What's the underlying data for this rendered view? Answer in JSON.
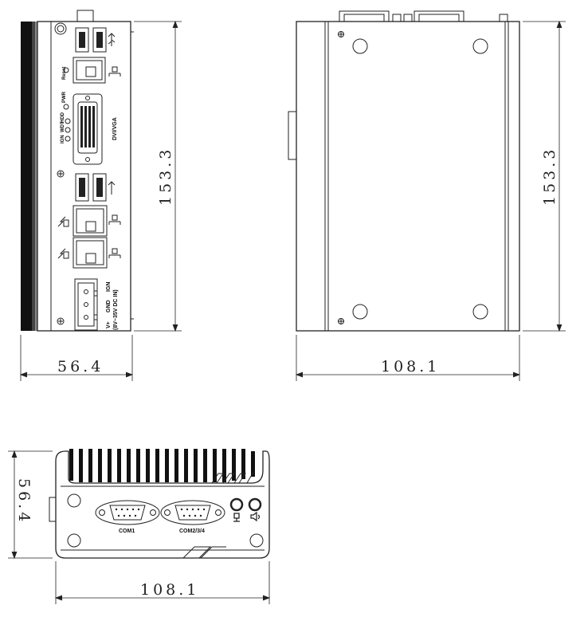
{
  "dimensions": {
    "front_height": "153.3",
    "front_width": "56.4",
    "side_height": "153.3",
    "side_length": "108.1",
    "rear_height": "56.4",
    "rear_length": "108.1"
  },
  "port_labels": {
    "reset": "Reset",
    "pwr": "PWR",
    "ign": "IGN",
    "wdt": "WDT",
    "hdd": "HDD",
    "dvi": "DVI/VGA",
    "power_v": "V+",
    "power_gnd": "GND",
    "power_ign": "IGN",
    "power_range": "(8V~35V DC IN)",
    "com1": "COM1",
    "com234": "COM2/3/4"
  },
  "colors": {
    "line": "#222222",
    "fin": "#111111"
  }
}
